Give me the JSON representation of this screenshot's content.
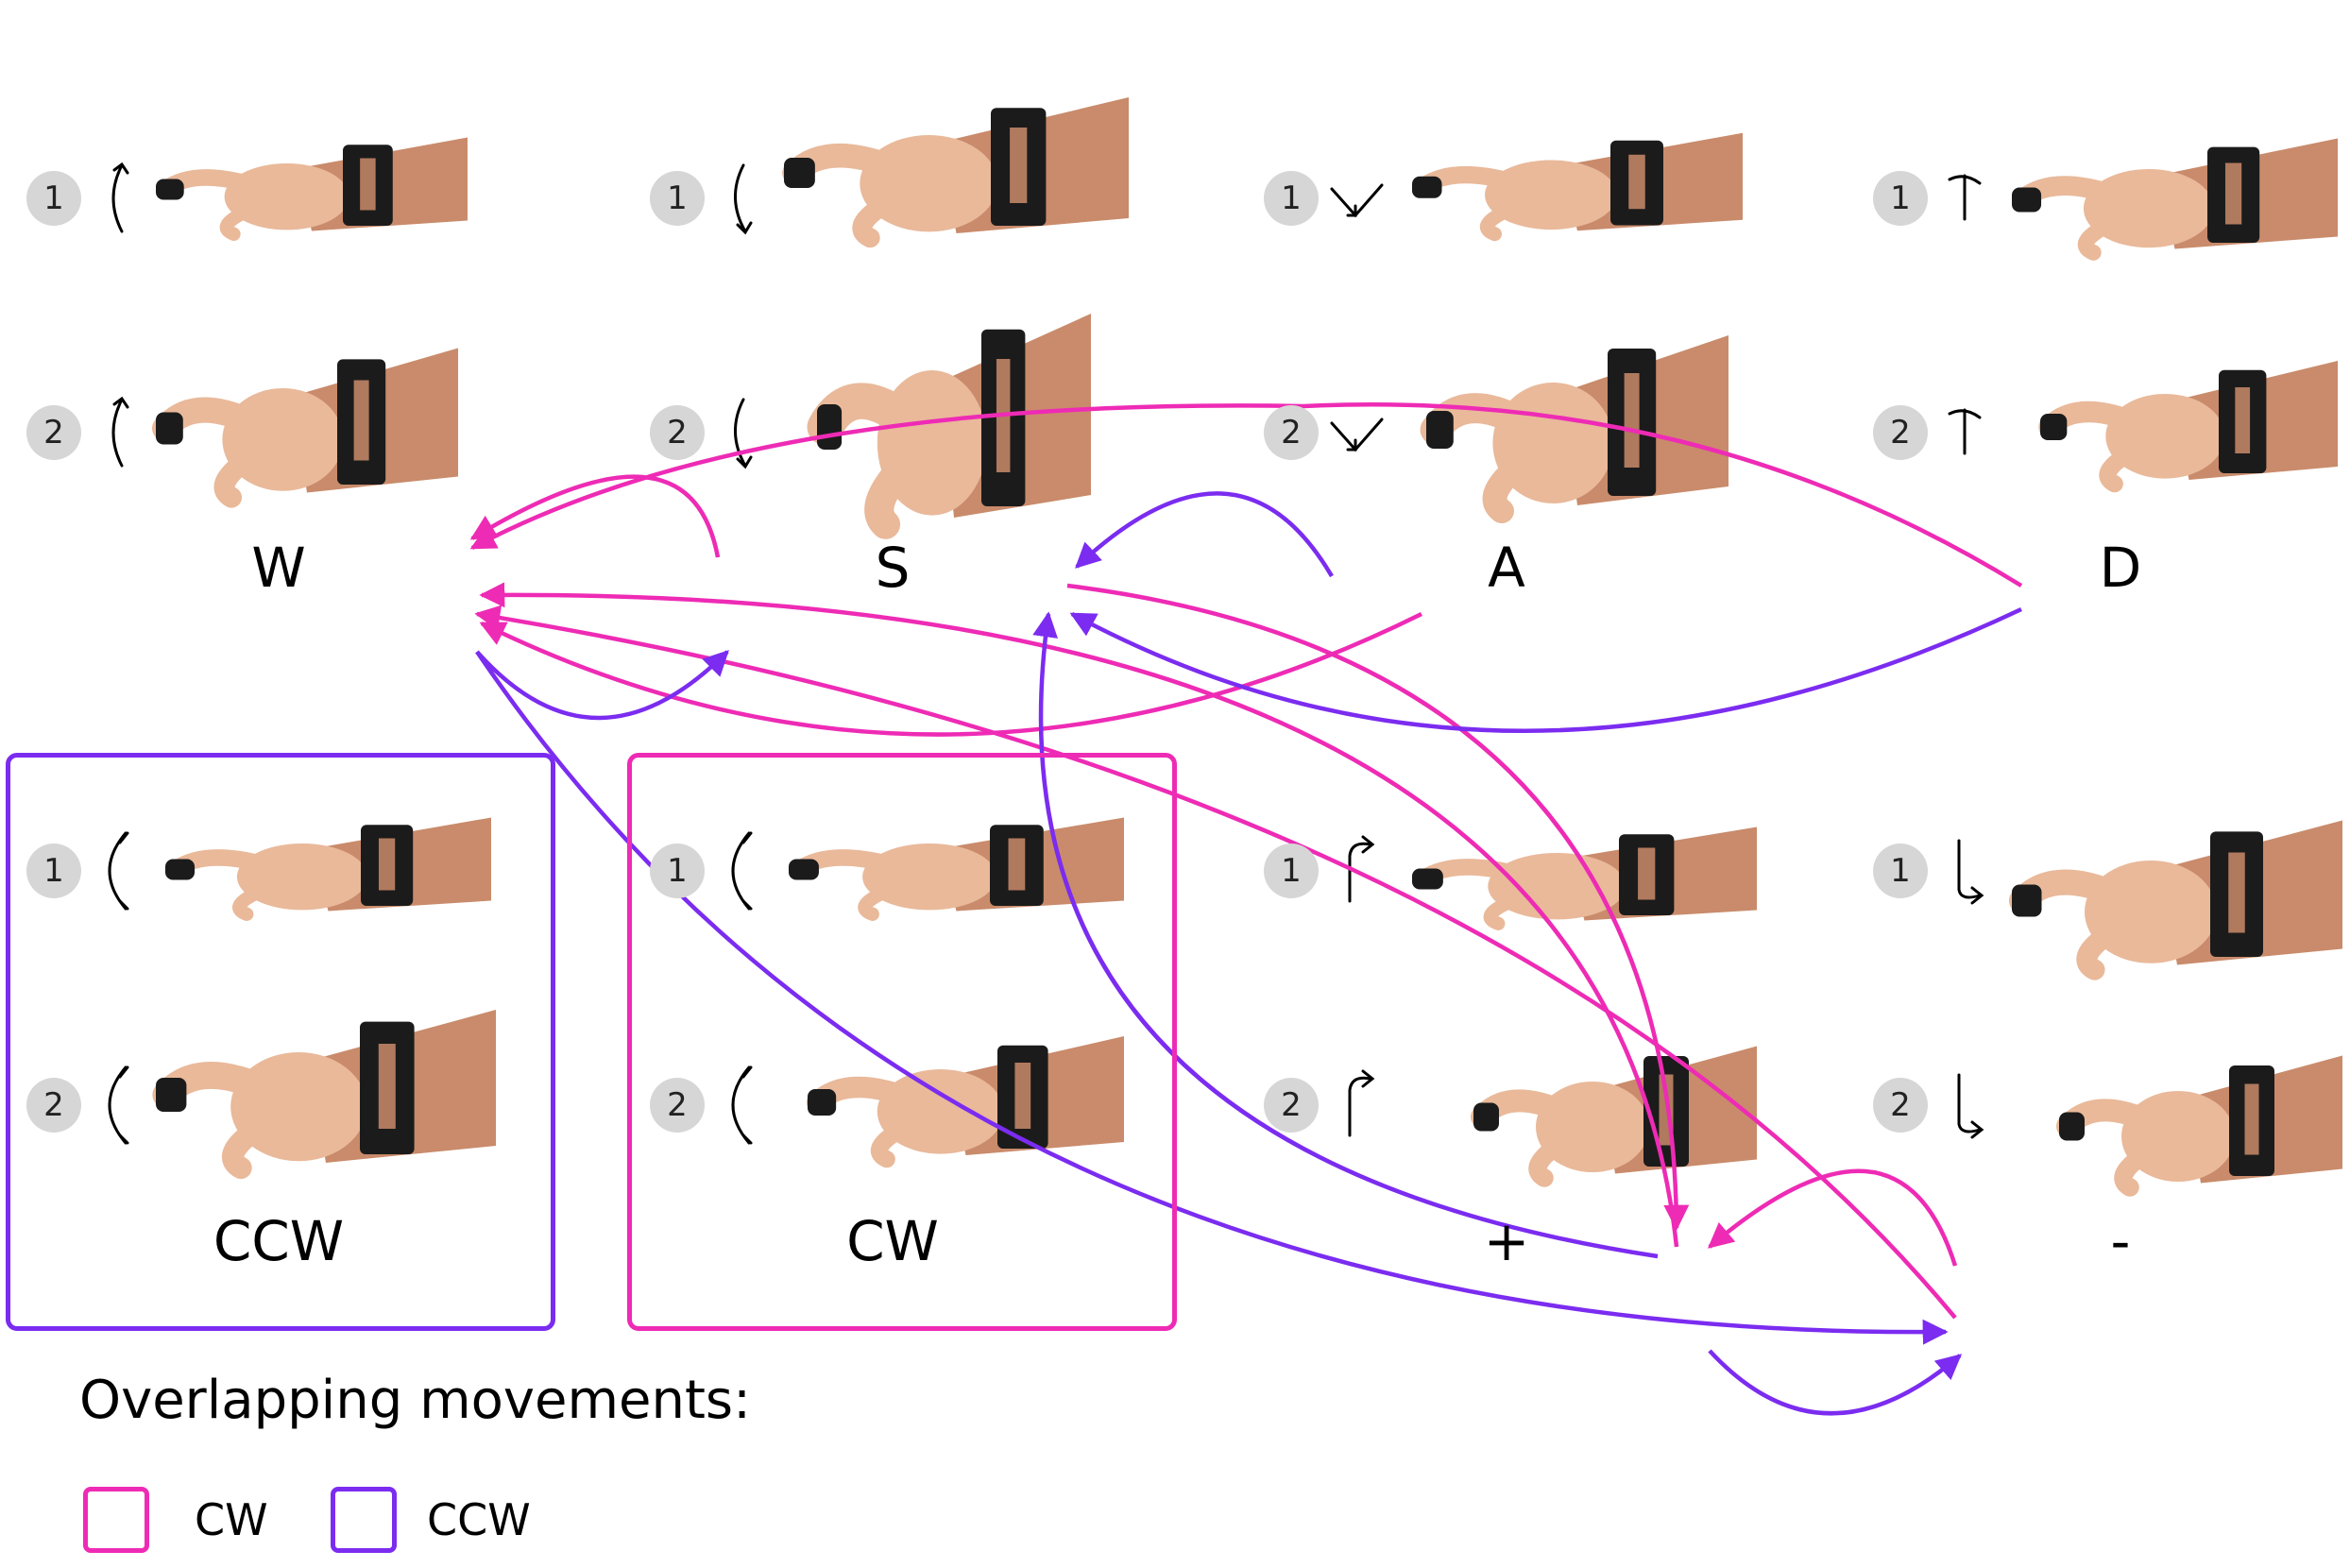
{
  "colors": {
    "cw": "#ee2bb5",
    "ccw": "#7b2cf0",
    "skin": "#e9b99a",
    "skin_shade": "#c98b6b",
    "band": "#1b1b1b",
    "badge": "#d6d6d6"
  },
  "gestures": [
    {
      "key": "w",
      "label": "W",
      "motion_icon": "curved-arrow-up-icon"
    },
    {
      "key": "s",
      "label": "S",
      "motion_icon": "curved-arrow-down-icon"
    },
    {
      "key": "a",
      "label": "A",
      "motion_icon": "arrow-down-left-icon"
    },
    {
      "key": "d",
      "label": "D",
      "motion_icon": "arrow-up-icon"
    },
    {
      "key": "ccw",
      "label": "CCW",
      "motion_icon": "rotate-ccw-icon"
    },
    {
      "key": "cw",
      "label": "CW",
      "motion_icon": "rotate-cw-icon"
    },
    {
      "key": "plus",
      "label": "+",
      "motion_icon": "hook-arrow-right-up-icon"
    },
    {
      "key": "minus",
      "label": "-",
      "motion_icon": "hook-arrow-down-right-icon"
    }
  ],
  "steps": [
    "1",
    "2"
  ],
  "legend": {
    "title": "Overlapping movements:",
    "items": [
      {
        "label": "CW",
        "color": "#ee2bb5"
      },
      {
        "label": "CCW",
        "color": "#7b2cf0"
      }
    ]
  },
  "overlaps": [
    {
      "from": "s",
      "to": "w",
      "type": "cw"
    },
    {
      "from": "d",
      "to": "w",
      "type": "cw"
    },
    {
      "from": "plus",
      "to": "w",
      "type": "cw"
    },
    {
      "from": "a",
      "to": "w",
      "type": "cw"
    },
    {
      "from": "s",
      "to": "plus",
      "type": "cw"
    },
    {
      "from": "minus",
      "to": "plus",
      "type": "cw"
    },
    {
      "from": "minus",
      "to": "w",
      "type": "cw"
    },
    {
      "from": "w",
      "to": "s",
      "type": "ccw"
    },
    {
      "from": "a",
      "to": "s",
      "type": "ccw"
    },
    {
      "from": "d",
      "to": "s",
      "type": "ccw"
    },
    {
      "from": "plus",
      "to": "s",
      "type": "ccw"
    },
    {
      "from": "w",
      "to": "minus",
      "type": "ccw"
    },
    {
      "from": "plus",
      "to": "minus",
      "type": "ccw"
    }
  ]
}
